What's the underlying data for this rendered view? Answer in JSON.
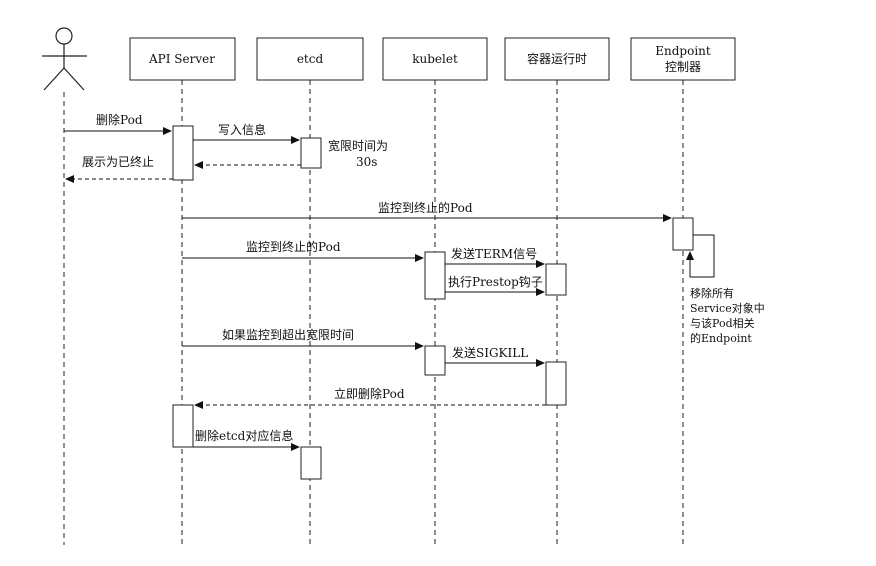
{
  "participants": {
    "api_server": "API Server",
    "etcd": "etcd",
    "kubelet": "kubelet",
    "container_runtime": "容器运行时",
    "endpoint_line1": "Endpoint",
    "endpoint_line2": "控制器"
  },
  "messages": {
    "delete_pod": "删除Pod",
    "write_info": "写入信息",
    "grace_line1": "宽限时间为",
    "grace_line2": "30s",
    "show_terminated": "展示为已终止",
    "watch_terminated_endpoint": "监控到终止的Pod",
    "watch_terminated_kubelet": "监控到终止的Pod",
    "send_term": "发送TERM信号",
    "exec_prestop": "执行Prestop钩子",
    "watch_exceeded": "如果监控到超出宽限时间",
    "send_sigkill": "发送SIGKILL",
    "delete_immediately": "立即删除Pod",
    "delete_etcd_info": "删除etcd对应信息",
    "remove_line1": "移除所有",
    "remove_line2": "Service对象中",
    "remove_line3": "与该Pod相关",
    "remove_line4": "的Endpoint"
  }
}
